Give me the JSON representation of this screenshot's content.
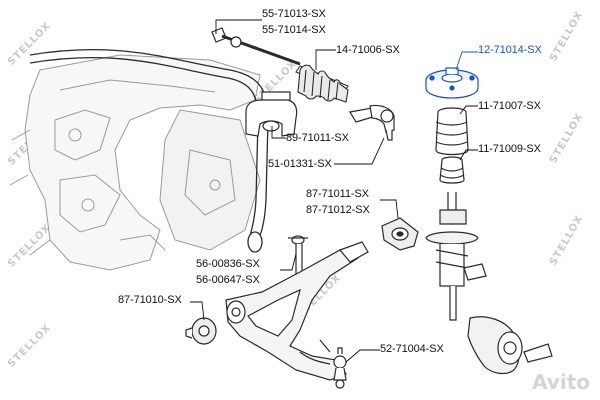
{
  "watermark": "STELLOX",
  "badge": "Avito",
  "colors": {
    "highlight": "#1a56b8",
    "line": "#111111",
    "frame": "#9a9a9a",
    "part": "#2a2a2a"
  },
  "parts": [
    {
      "id": "tie-rod",
      "labels": [
        "55-71013-SX",
        "55-71014-SX"
      ]
    },
    {
      "id": "rack-boot",
      "labels": [
        "14-71006-SX"
      ]
    },
    {
      "id": "strut-mount",
      "labels": [
        "12-71014-SX"
      ],
      "highlight": true
    },
    {
      "id": "dust-cover",
      "labels": [
        "11-71007-SX"
      ]
    },
    {
      "id": "bump-stop",
      "labels": [
        "11-71009-SX"
      ]
    },
    {
      "id": "stabilizer-bushing",
      "labels": [
        "89-71011-SX"
      ]
    },
    {
      "id": "tie-rod-end",
      "labels": [
        "51-01331-SX"
      ]
    },
    {
      "id": "arm-bushing-rear",
      "labels": [
        "87-71011-SX",
        "87-71012-SX"
      ]
    },
    {
      "id": "stabilizer-link",
      "labels": [
        "56-00836-SX",
        "56-00647-SX"
      ]
    },
    {
      "id": "arm-bushing-front",
      "labels": [
        "87-71010-SX"
      ]
    },
    {
      "id": "ball-joint",
      "labels": [
        "52-71004-SX"
      ]
    }
  ]
}
